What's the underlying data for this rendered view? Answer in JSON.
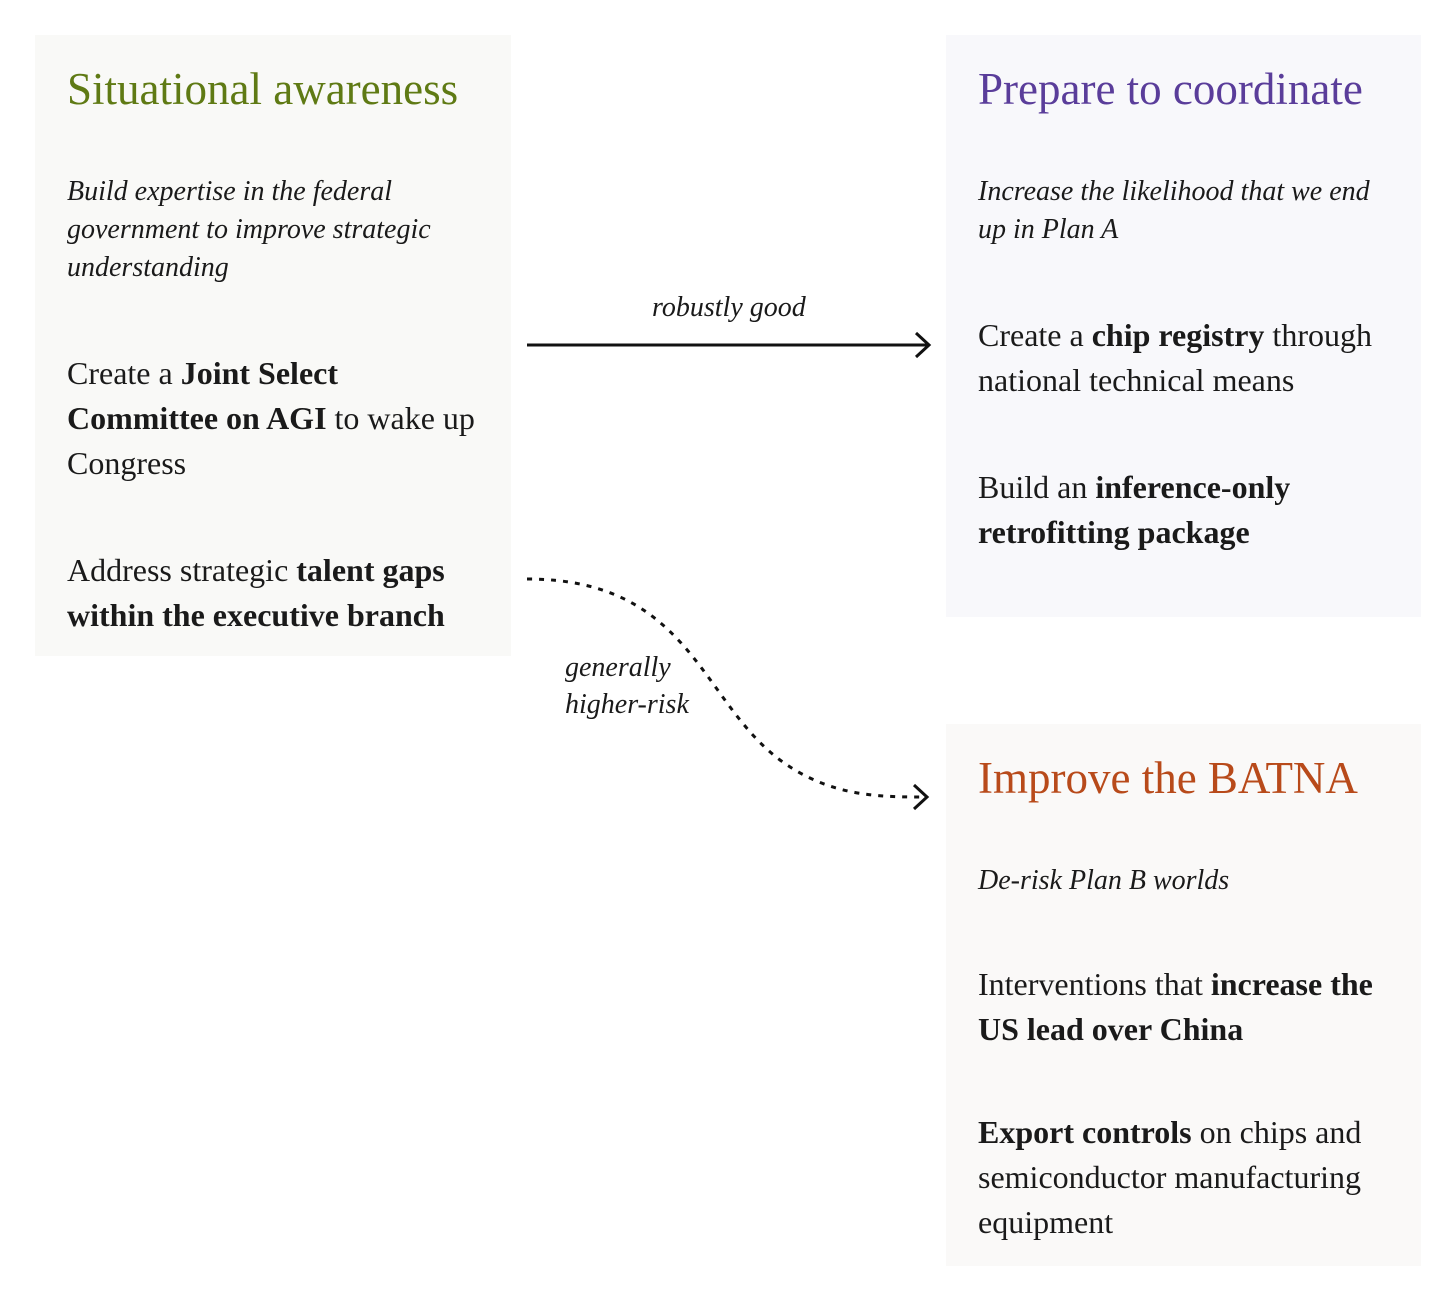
{
  "colors": {
    "situational_title": "#5f7a14",
    "prepare_title": "#5a3d9a",
    "batna_title": "#b84a1a"
  },
  "situational": {
    "title": "Situational awareness",
    "subtitle": "Build expertise in the federal government to improve strategic understanding",
    "items": [
      {
        "pre": "Create a ",
        "bold": "Joint Select Committee on AGI",
        "post": " to wake up Congress"
      },
      {
        "pre": "Address strategic ",
        "bold": "talent gaps within the executive branch",
        "post": ""
      }
    ]
  },
  "prepare": {
    "title": "Prepare to coordinate",
    "subtitle": "Increase the likelihood that we end up in Plan A",
    "items": [
      {
        "pre": "Create a ",
        "bold": "chip registry",
        "post": " through national technical means"
      },
      {
        "pre": "Build an ",
        "bold": "inference-only retrofitting package",
        "post": ""
      }
    ]
  },
  "batna": {
    "title": "Improve the BATNA",
    "subtitle": "De-risk Plan B worlds",
    "items": [
      {
        "pre": "Interventions that ",
        "bold": "increase the US lead over China",
        "post": ""
      },
      {
        "pre": "",
        "bold": "Export controls",
        "post": " on chips and semiconductor manufacturing equipment"
      }
    ]
  },
  "arrows": {
    "solid_label": "robustly good",
    "dotted_label_line1": "generally",
    "dotted_label_line2": "higher-risk"
  }
}
